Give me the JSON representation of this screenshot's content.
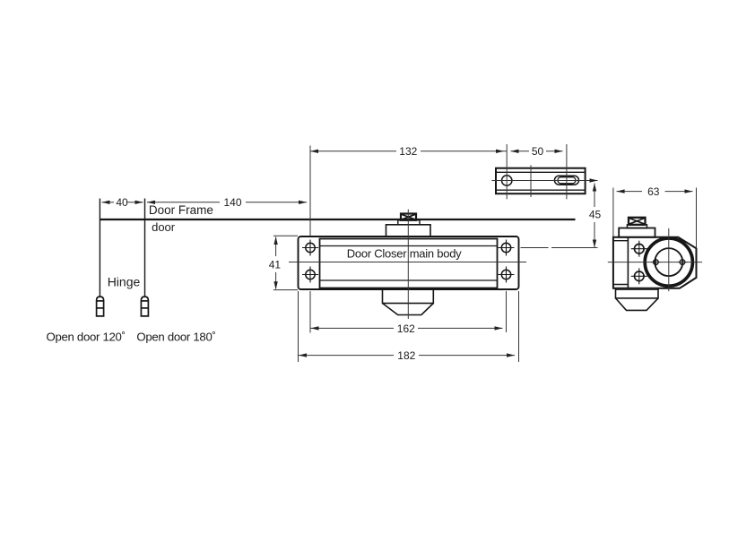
{
  "drawing": {
    "type": "technical-diagram",
    "subject": "door closer installation drawing",
    "background_color": "#ffffff",
    "line_color": "#1e1e1e",
    "labels": {
      "door_frame": "Door Frame",
      "door": "door",
      "hinge": "Hinge",
      "open_door_120": "Open door 120˚",
      "open_door_180": "Open door 180˚",
      "main_body": "Door Closer main body"
    },
    "dimensions": {
      "hinge_to_frame": "40",
      "frame_to_body": "140",
      "body_to_arm_hole": "132",
      "arm_slot_span": "50",
      "arm_to_body_vertical": "45",
      "side_width": "63",
      "body_height": "41",
      "screw_span": "162",
      "body_width": "182"
    }
  }
}
